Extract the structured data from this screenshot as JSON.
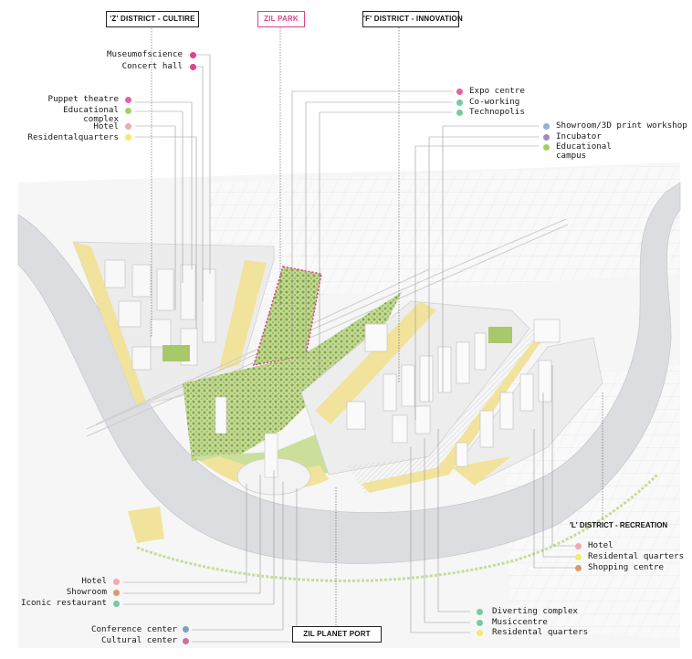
{
  "districts": {
    "z_district": "'Z' DISTRICT - CULTIRE",
    "zil_park": "ZIL PARK",
    "f_district": "'F' DISTRICT - INNOVATION",
    "l_district": "'L' DISTRICT - RECREATION",
    "zil_planet_port": "ZIL PLANET PORT"
  },
  "colors": {
    "pink": "#e0428a",
    "magenta": "#e7629e",
    "green": "#a6cf62",
    "light_pink": "#f2a9b0",
    "yellow": "#f0ec6a",
    "blue": "#8fb4d6",
    "purple": "#a08cc4",
    "orange": "#d99a73",
    "teal": "#79c9a2",
    "dusty_rose": "#c9729c",
    "steel": "#7aa2bc"
  },
  "z_labels": [
    {
      "text": "Museumofscience",
      "color": "pink"
    },
    {
      "text": "Concert hall",
      "color": "pink"
    },
    {
      "text": "Puppet theatre",
      "color": "magenta"
    },
    {
      "text": "Educational\ncomplex",
      "color": "green"
    },
    {
      "text": "Hotel",
      "color": "light_pink"
    },
    {
      "text": "Residentalquarters",
      "color": "yellow"
    }
  ],
  "f_labels_a": [
    {
      "text": "Expo centre",
      "color": "magenta"
    },
    {
      "text": "Co-working",
      "color": "teal"
    },
    {
      "text": "Technopolis",
      "color": "teal"
    }
  ],
  "f_labels_b": [
    {
      "text": "Showroom/3D print workshop",
      "color": "blue"
    },
    {
      "text": "Incubator",
      "color": "purple"
    },
    {
      "text": "Educational\ncampus",
      "color": "green"
    }
  ],
  "l_labels": [
    {
      "text": "Hotel",
      "color": "light_pink"
    },
    {
      "text": "Residental quarters",
      "color": "yellow"
    },
    {
      "text": "Shopping centre",
      "color": "orange"
    }
  ],
  "port_left_a": [
    {
      "text": "Hotel",
      "color": "light_pink"
    },
    {
      "text": "Showroom",
      "color": "orange"
    },
    {
      "text": "Iconic restaurant",
      "color": "teal"
    }
  ],
  "port_left_b": [
    {
      "text": "Conference center",
      "color": "steel"
    },
    {
      "text": "Cultural center",
      "color": "dusty_rose"
    }
  ],
  "port_right": [
    {
      "text": "Diverting complex",
      "color": "teal"
    },
    {
      "text": "Musiccentre",
      "color": "teal"
    },
    {
      "text": "Residental quarters",
      "color": "yellow"
    }
  ]
}
